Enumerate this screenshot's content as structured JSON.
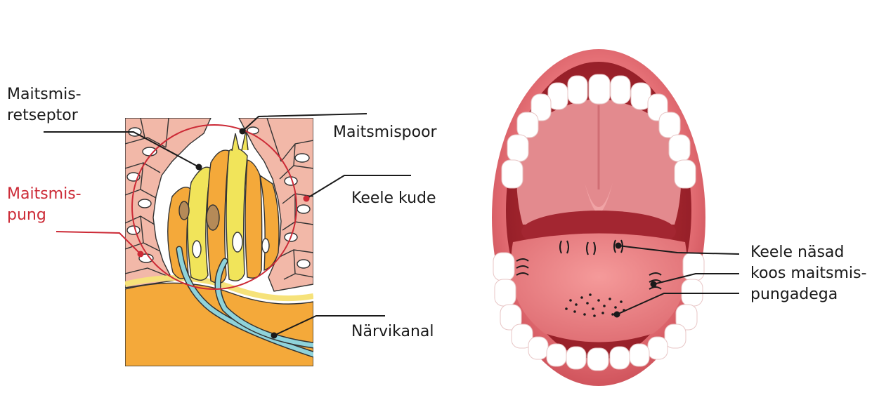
{
  "left_diagram": {
    "labels": {
      "receptor_line1": "Maitsmis-",
      "receptor_line2": "retseptor",
      "bud_line1": "Maitsmis-",
      "bud_line2": "pung",
      "pore": "Maitsmispoor",
      "tissue": "Keele kude",
      "nerve": "Närvikanal"
    },
    "colors": {
      "bud_highlight": "#cc2a36",
      "cell": "#f4a93a",
      "tissue": "#f2b8a8",
      "nerve": "#8fd3da"
    }
  },
  "right_diagram": {
    "labels": {
      "papillae_line1": "Keele näsad",
      "papillae_line2": "koos maitsmis-",
      "papillae_line3": "pungadega"
    },
    "colors": {
      "lips": "#d85a63",
      "palate": "#e38a8e",
      "tongue": "#eb7c80",
      "teeth": "#ffffff"
    }
  }
}
